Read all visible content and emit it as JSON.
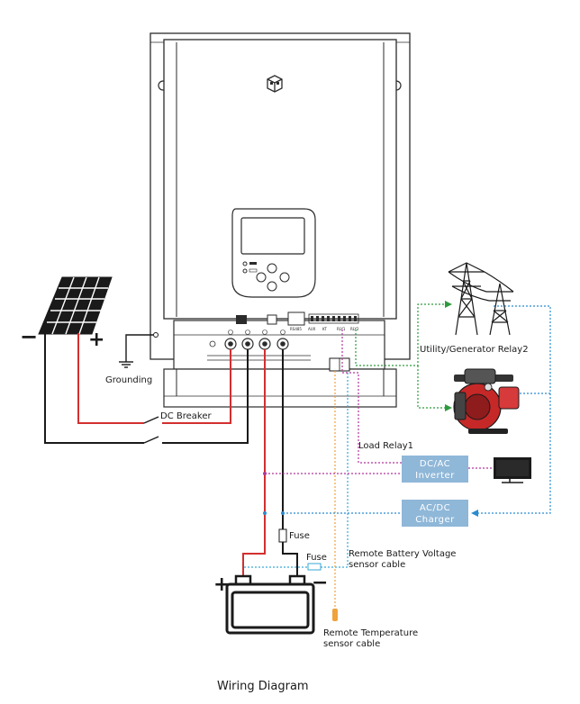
{
  "labels": {
    "grounding": "Grounding",
    "dc_breaker": "DC Breaker",
    "utility_relay": "Utility/Generator Relay2",
    "load_relay": "Load Relay1",
    "fuse_top": "Fuse",
    "fuse_bottom": "Fuse",
    "remote_voltage_1": "Remote Battery Voltage",
    "remote_voltage_2": "sensor cable",
    "remote_temp_1": "Remote Temperature",
    "remote_temp_2": "sensor cable",
    "title": "Wiring Diagram"
  },
  "boxes": {
    "inverter_1": "DC/AC",
    "inverter_2": "Inverter",
    "charger_1": "AC/DC",
    "charger_2": "Charger"
  },
  "panel_terminals": {
    "rs485": "RS485",
    "aux": "AUX",
    "kt": "KT",
    "rly1": "RLY1",
    "rly2": "RLY2"
  },
  "polarity": {
    "pv_neg": "−",
    "pv_pos": "+",
    "bat_pos": "+",
    "bat_neg": "−"
  },
  "colors": {
    "box_fill": "#8fb7d8",
    "positive_wire": "#d32f2f",
    "negative_wire": "#1a1a1a",
    "relay_green": "#2e9a3e",
    "load_magenta": "#b0369a",
    "charge_blue": "#2a8bd0",
    "voltage_cyan": "#3aa6d6",
    "temp_orange": "#f0a23c"
  }
}
